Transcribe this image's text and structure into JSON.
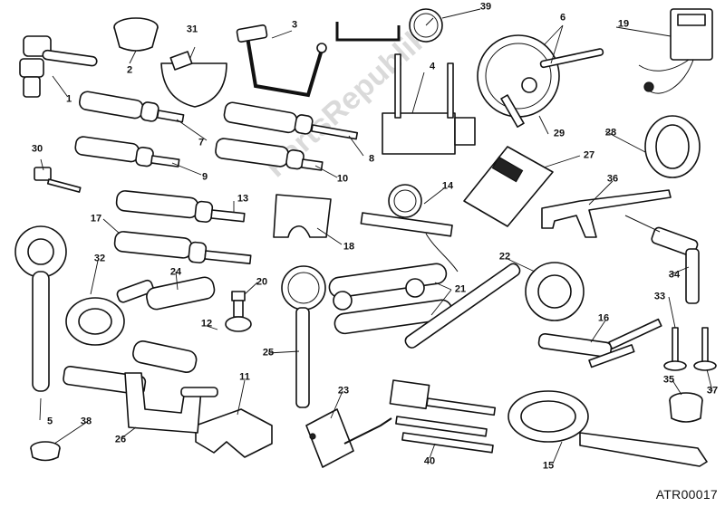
{
  "diagram_code": "ATR00017",
  "watermark": "PartsRepublik",
  "callouts": [
    "1",
    "2",
    "3",
    "4",
    "5",
    "6",
    "7",
    "8",
    "9",
    "10",
    "11",
    "12",
    "13",
    "14",
    "15",
    "16",
    "17",
    "18",
    "19",
    "20",
    "21",
    "22",
    "23",
    "24",
    "25",
    "26",
    "27",
    "28",
    "29",
    "30",
    "31",
    "32",
    "33",
    "34",
    "35",
    "36",
    "37",
    "38",
    "39",
    "40"
  ]
}
